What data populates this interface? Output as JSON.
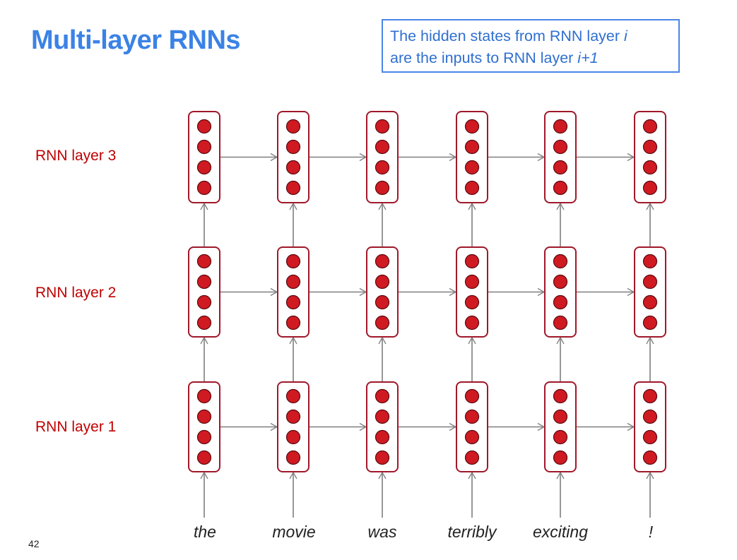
{
  "slide": {
    "title": "Multi-layer RNNs",
    "page_number": "42"
  },
  "callout": {
    "line1_text": "The hidden states from RNN layer ",
    "line1_var": "i",
    "line2_text": "are the inputs to RNN layer ",
    "line2_var": "i+1"
  },
  "layers": [
    {
      "label": "RNN layer 3"
    },
    {
      "label": "RNN layer 2"
    },
    {
      "label": "RNN layer 1"
    }
  ],
  "words": [
    "the",
    "movie",
    "was",
    "terribly",
    "exciting",
    "!"
  ],
  "colors": {
    "title": "#3b82e6",
    "callout_border": "#4a86e8",
    "callout_text": "#2f6fd1",
    "layer_label": "#c00000",
    "cell_border": "#a0182a",
    "neuron_fill": "#d01a22",
    "arrow": "#7f7f7f"
  }
}
